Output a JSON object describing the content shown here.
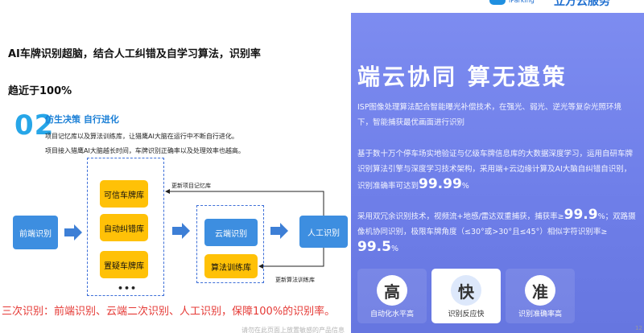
{
  "left": {
    "headline_line1": "AI车牌识别超脑，结合人工纠错及自学习算法，识别率",
    "headline_line2": "趋近于100%",
    "section_number": "02",
    "section_title": "仿生决策 自行进化",
    "desc_line1": "项目记忆库以及算法训练库，让猎鹰AI大脑在运行中不断自行进化。",
    "desc_line2": "项目接入猎鹰AI大脑越长时间，车牌识别正确率以及处理效率也越高。",
    "diagram": {
      "front_recognition": "前端识别",
      "trusted_plate_lib": "可信车牌库",
      "auto_correct_lib": "自动纠错库",
      "suspect_plate_lib": "置疑车牌库",
      "more": "•••",
      "cloud_recognition": "云端识别",
      "algo_training_lib": "算法训练库",
      "human_recognition": "人工识别",
      "update_memory_label": "更新项目记忆库",
      "update_algo_label": "更新算法训练库"
    },
    "bottom_text": "三次识别：前端识别、云端二次识别、人工识别，保障100%的识别率。"
  },
  "right": {
    "title": "端云协同  算无遗策",
    "para1": "ISP图像处理算法配合智能曝光补偿技术，在强光、弱光、逆光等复杂光照环境下，智能捕获最优画面进行识别",
    "para2_prefix": "基于数十万个停车场实地验证与亿级车牌信息库的大数据深度学习，运用自研车牌识别算法引擎与深度学习技术架构，采用端+云边缘计算及AI大脑自纠错自识别，识别准确率可达到",
    "para2_num": "99.99",
    "para2_unit": "%",
    "para3_prefix": "采用双冗余识别技术，视频流+地感/雷达双重捕获，捕获率≥",
    "para3_num1": "99.9",
    "para3_mid": "%；双路摄像机协同识别，极限车牌角度（≤30°或>30°且≤45°）相似字符识别率≥",
    "para3_num2": "99.5",
    "para3_unit": "%",
    "cards": [
      {
        "glyph": "高",
        "label": "自动化水平高"
      },
      {
        "glyph": "快",
        "label": "识别反应快"
      },
      {
        "glyph": "准",
        "label": "识别准确率高"
      }
    ]
  },
  "logo": {
    "small": "iParking",
    "big": "立方云服务"
  },
  "footnote": "请勿在此页面上放置敏感的产品信息",
  "page_number": "12",
  "colors": {
    "panel_blue": "#7384ec",
    "node_blue": "#3d8ee0",
    "node_yellow": "#ffc107",
    "accent_red": "#e53935",
    "section_blue": "#27a6e8"
  }
}
